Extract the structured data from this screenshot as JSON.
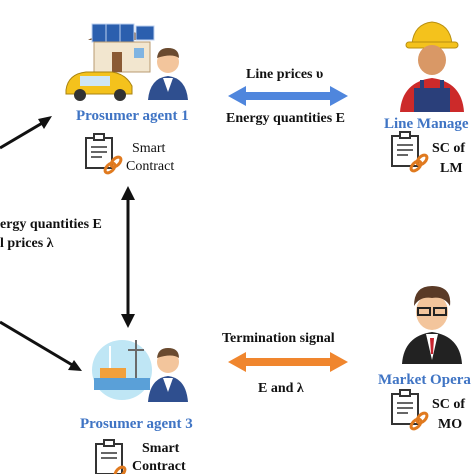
{
  "nodes": {
    "prosumer1": {
      "label": "Prosumer agent 1",
      "contract_line1": "Smart",
      "contract_line2": "Contract"
    },
    "prosumer3": {
      "label": "Prosumer agent 3",
      "contract_line1": "Smart",
      "contract_line2": "Contract"
    },
    "line_manager": {
      "label": "Line Manage",
      "contract_line1": "SC of",
      "contract_line2": "LM"
    },
    "market_operator": {
      "label": "Market Opera",
      "contract_line1": "SC of",
      "contract_line2": "MO"
    }
  },
  "edges": {
    "top_line1": "Line prices υ",
    "top_line2": "Energy quantities E",
    "left_line1": "ergy quantities E",
    "left_line2": "l prices λ",
    "bottom_line1": "Termination signal",
    "bottom_line2": "E and λ"
  },
  "colors": {
    "label_blue": "#3f74c4",
    "arrow_blue": "#4f86dd",
    "arrow_orange": "#f0862e"
  }
}
